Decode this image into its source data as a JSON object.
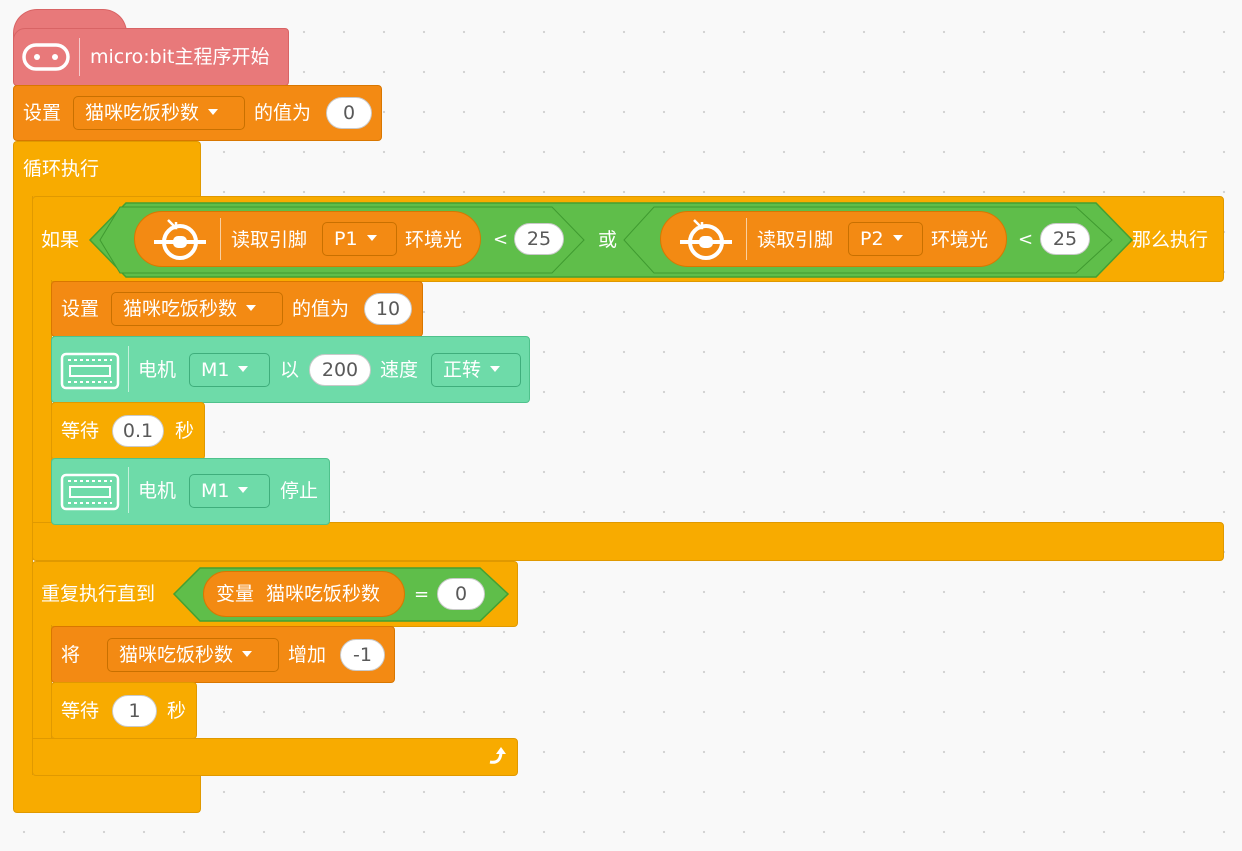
{
  "hat": {
    "label": "micro:bit主程序开始",
    "icon": "microbit-face-icon"
  },
  "set1": {
    "label": "设置",
    "variable": "猫咪吃饭秒数",
    "mid": "的值为",
    "value": "0"
  },
  "forever": {
    "label": "循环执行"
  },
  "if": {
    "label": "如果",
    "cond1": {
      "label": "读取引脚",
      "pin": "P1",
      "suffix": "环境光",
      "op": "<",
      "value": "25"
    },
    "or": "或",
    "cond2": {
      "label": "读取引脚",
      "pin": "P2",
      "suffix": "环境光",
      "op": "<",
      "value": "25"
    },
    "then": "那么执行"
  },
  "set2": {
    "label": "设置",
    "variable": "猫咪吃饭秒数",
    "mid": "的值为",
    "value": "10"
  },
  "motor1": {
    "label": "电机",
    "motor": "M1",
    "mid": "以",
    "speed": "200",
    "speed_label": "速度",
    "direction": "正转"
  },
  "wait1": {
    "label": "等待",
    "value": "0.1",
    "unit": "秒"
  },
  "motor2": {
    "label": "电机",
    "motor": "M1",
    "action": "停止"
  },
  "repeat": {
    "label": "重复执行直到",
    "var_label": "变量",
    "var_name": "猫咪吃饭秒数",
    "op": "=",
    "value": "0"
  },
  "change": {
    "label": "将",
    "variable": "猫咪吃饭秒数",
    "mid": "增加",
    "value": "-1"
  },
  "wait2": {
    "label": "等待",
    "value": "1",
    "unit": "秒"
  },
  "colors": {
    "hat": "#e8797a",
    "orange": "#f38a13",
    "yellow": "#f8ab00",
    "green": "#5fbe4a",
    "teal": "#6edba9"
  }
}
